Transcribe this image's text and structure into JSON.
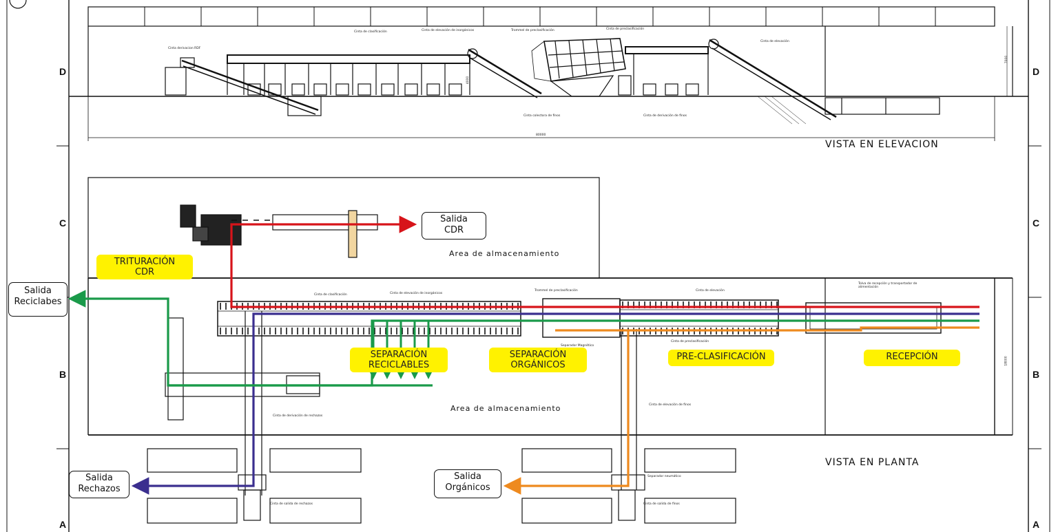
{
  "view_titles": {
    "elevation": "VISTA  EN  ELEVACION",
    "plan": "VISTA  EN  PLANTA"
  },
  "grid_letters": [
    "D",
    "C",
    "B",
    "A"
  ],
  "storage_area_label": "Area  de  almacenamiento",
  "stage_labels": {
    "trituracion": "TRITURACIÓN\nCDR",
    "separacion_reciclables": "SEPARACIÓN\nRECICLABLES",
    "separacion_organicos": "SEPARACIÓN\nORGÁNICOS",
    "pre_clasificacion": "PRE-CLASIFICACIÓN",
    "recepcion": "RECEPCIÓN"
  },
  "outputs": {
    "cdr": "Salida\nCDR",
    "reciclables": "Salida\nReciclabes",
    "rechazos": "Salida\nRechazos",
    "organicos": "Salida\nOrgánicos"
  },
  "elevation_annotations": [
    "Cinta derivacion RDF",
    "Cinta de clasificación",
    "Cinta de elevación de inorgánicos",
    "Trommel de preclasificación",
    "Cinta de preclasificación",
    "Cinta de elevación",
    "Cinta colectora de finos",
    "Cinta de derivación de finos"
  ],
  "plan_annotations": [
    "Cinta de clasificación",
    "Cinta de elevación de inorgánicos",
    "Trommel de preclasificación",
    "Cinta de elevación",
    "Tolva de recepción y transportador de alimentación",
    "Separador Magnético",
    "Cinta de preclasificación",
    "Cinta de derivación de rechazos",
    "Cinta de elevación de finos",
    "Separador neumático",
    "Cinta de salida de rechazos",
    "Cinta de salida de finos"
  ],
  "dimension_labels": [
    "80000",
    "7000",
    "18000",
    "4000"
  ],
  "flow_colors": {
    "cdr": "#d7141a",
    "rechazos": "#3b2f8f",
    "reciclables": "#1a9a4a",
    "organicos": "#ee8a1f"
  },
  "label_fill": "#fff200"
}
